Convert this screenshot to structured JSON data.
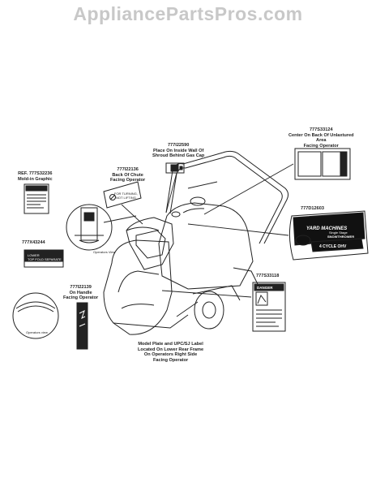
{
  "watermark": "AppliancePartsPros.com",
  "callouts": {
    "c1": {
      "part": "777S33124",
      "lines": [
        "Center On Back Of Unlaxtured",
        "Area",
        "Facing Operator"
      ]
    },
    "c2": {
      "part": "777I22590",
      "lines": [
        "Place On Inside Wall Of",
        "Shroud Behind Gas Cap"
      ]
    },
    "c3": {
      "part": "REF. 777S32236",
      "lines": [
        "Mold-in Graphic"
      ]
    },
    "c4": {
      "part": "777I22136",
      "lines": [
        "Back Of Chute",
        "Facing Operator"
      ]
    },
    "c5": {
      "part": "777D12603",
      "lines": []
    },
    "c6": {
      "part": "777X43244",
      "lines": []
    },
    "c7": {
      "part": "777S33118",
      "lines": []
    },
    "c8": {
      "part": "777I22139",
      "lines": [
        "On Handle",
        "Facing Operator"
      ]
    },
    "c9": {
      "part": "",
      "lines": [
        "Model Plate and UPC/SJ Label",
        "Located On Lower Rear Frame",
        "On Operators Right Side",
        "Facing Operator"
      ]
    }
  },
  "decals": {
    "chute_decal_text": [
      "FOR TURNING,",
      "NOT LIFTING"
    ],
    "brand_text": "YARD MACHINES",
    "brand_sub": [
      "Single Stage",
      "SNOWTHROWER"
    ],
    "engine_text": "4 CYCLE OHV",
    "danger_text": "DANGER",
    "operators_view_1": "Operators View",
    "operators_view_2": "Operators view",
    "lower_decal_text": [
      "LOWER",
      "TOP FOLD SEPARATE"
    ]
  }
}
